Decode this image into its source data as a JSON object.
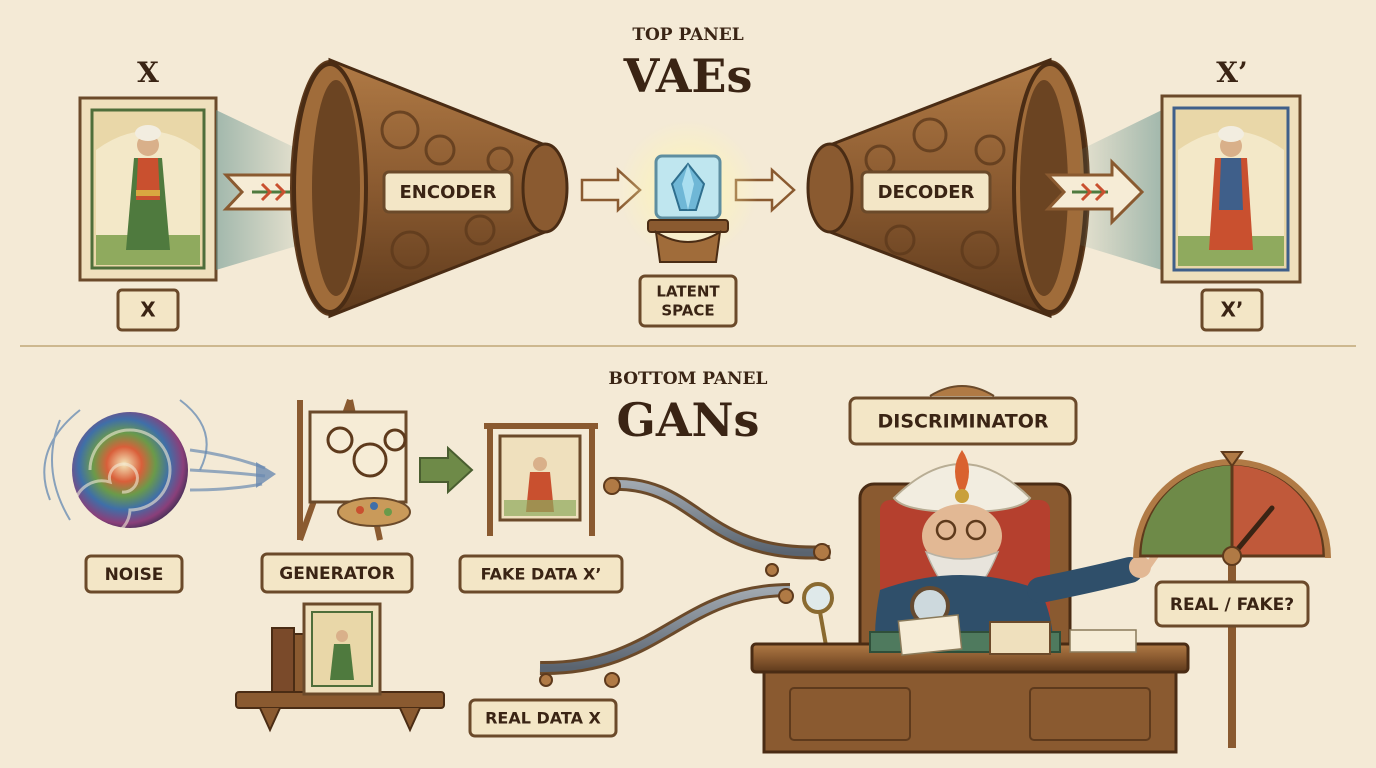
{
  "top_panel": {
    "caption": "TOP PANEL",
    "title": "VAEs",
    "input_heading": "X",
    "output_heading": "X’",
    "input_label": "X",
    "output_label": "X’",
    "encoder_label": "ENCODER",
    "decoder_label": "DECODER",
    "latent_label_line1": "LATENT",
    "latent_label_line2": "SPACE"
  },
  "bottom_panel": {
    "caption": "BOTTOM PANEL",
    "title": "GANs",
    "noise_label": "NOISE",
    "generator_label": "GENERATOR",
    "fake_label": "FAKE DATA X’",
    "real_label": "REAL DATA X",
    "discriminator_label": "DISCRIMINATOR",
    "verdict_label": "REAL / FAKE?"
  },
  "colors": {
    "parchment": "#f4ead6",
    "wood": "#8a5a30",
    "wood_dark": "#5e3a1c",
    "ink": "#3a2414",
    "gauge_real": "#6e8a48",
    "gauge_fake": "#c0593a",
    "crystal": "#8fd0e6"
  }
}
